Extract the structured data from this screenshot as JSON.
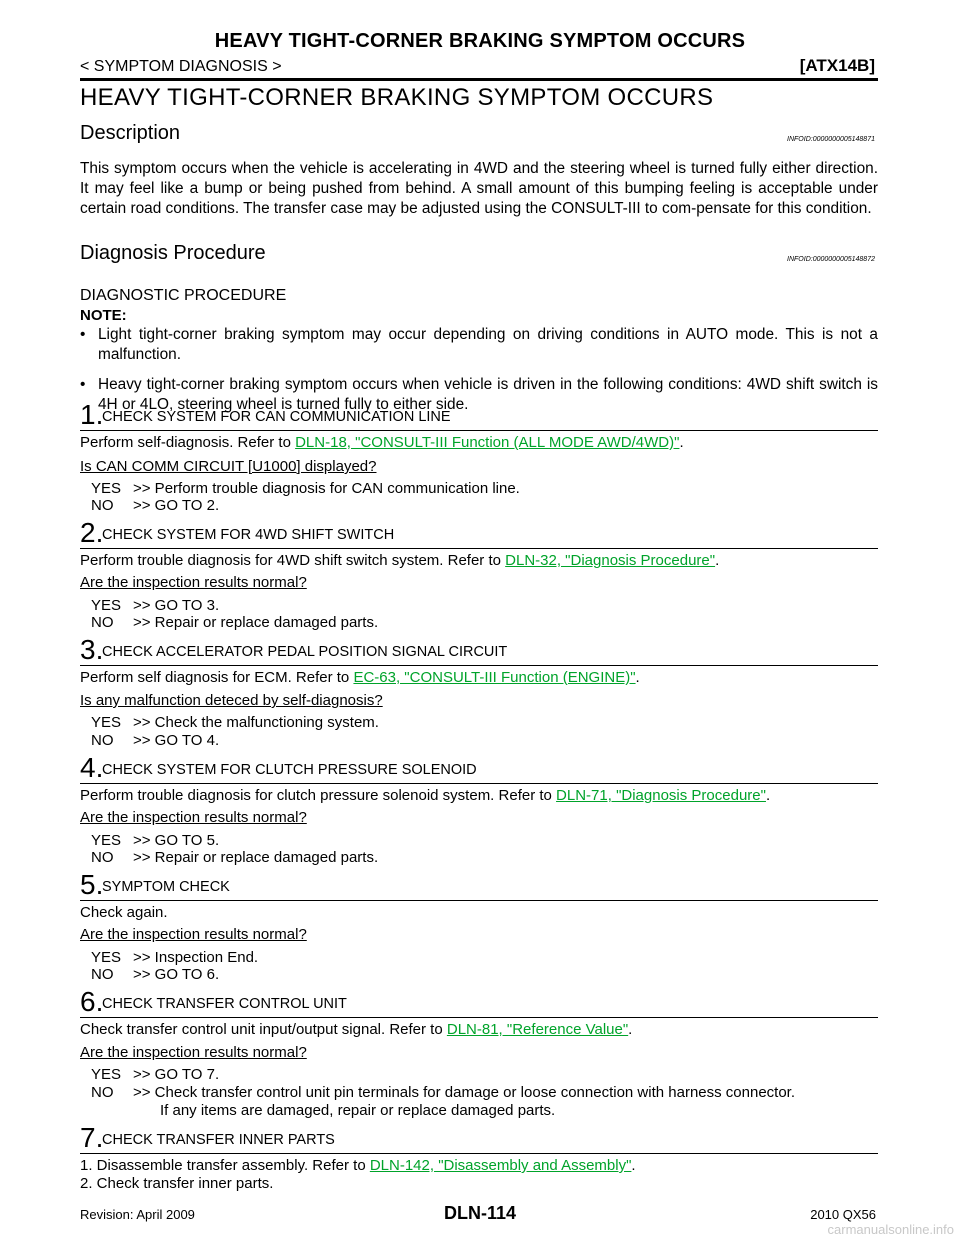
{
  "header": {
    "title": "HEAVY TIGHT-CORNER BRAKING SYMPTOM OCCURS",
    "section": "< SYMPTOM DIAGNOSIS >",
    "code": "[ATX14B]"
  },
  "page_title": "HEAVY TIGHT-CORNER BRAKING SYMPTOM OCCURS",
  "description": {
    "heading": "Description",
    "infoid": "INFOID:0000000005148871",
    "text": "This symptom occurs when the vehicle is accelerating in 4WD and the steering wheel is turned fully either direction.  It may feel like a bump or being pushed from behind.  A small amount of this bumping feeling is acceptable under certain road conditions.  The transfer case may be adjusted using the CONSULT-III to com-pensate for this condition."
  },
  "diagnosis": {
    "heading": "Diagnosis Procedure",
    "infoid": "INFOID:0000000005148872",
    "subheading": "DIAGNOSTIC PROCEDURE",
    "note_label": "NOTE:",
    "notes": [
      "Light tight-corner braking symptom may occur depending on driving conditions in AUTO mode.  This is not a malfunction.",
      "Heavy tight-corner braking symptom occurs when vehicle is driven in the following conditions: 4WD shift switch is 4H or 4LO, steering wheel is turned fully to either side."
    ],
    "bullet_char": "•"
  },
  "steps": [
    {
      "num": "1.",
      "title": "CHECK SYSTEM FOR CAN COMMUNICATION LINE",
      "text": "Perform self-diagnosis.  Refer to ",
      "link": "DLN-18, \"CONSULT-III Function (ALL MODE AWD/4WD)\"",
      "after": ".",
      "question": "Is CAN COMM CIRCUIT [U1000] displayed?",
      "yes": ">> Perform trouble diagnosis for CAN communication line.",
      "no": ">> GO TO 2."
    },
    {
      "num": "2.",
      "title": "CHECK SYSTEM FOR 4WD SHIFT SWITCH",
      "text": "Perform trouble diagnosis for 4WD shift switch system. Refer to ",
      "link": "DLN-32, \"Diagnosis Procedure\"",
      "after": ".",
      "question": "Are the inspection results normal?",
      "yes": ">> GO TO 3.",
      "no": ">> Repair or replace damaged parts."
    },
    {
      "num": "3.",
      "title": "CHECK ACCELERATOR PEDAL POSITION SIGNAL CIRCUIT",
      "text": "Perform self diagnosis for ECM.  Refer to ",
      "link": "EC-63, \"CONSULT-III Function (ENGINE)\"",
      "after": ".",
      "question": "Is any malfunction deteced by self-diagnosis?",
      "yes": ">> Check the malfunctioning system.",
      "no": ">> GO TO 4."
    },
    {
      "num": "4.",
      "title": "CHECK SYSTEM FOR CLUTCH PRESSURE SOLENOID",
      "text": "Perform trouble diagnosis for clutch pressure solenoid system. Refer to ",
      "link": "DLN-71, \"Diagnosis Procedure\"",
      "after": ".",
      "question": "Are the inspection results normal?",
      "yes": ">> GO TO 5.",
      "no": ">> Repair or replace damaged parts."
    },
    {
      "num": "5.",
      "title": "SYMPTOM CHECK",
      "text": "Check again.",
      "question": "Are the inspection results normal?",
      "yes": ">> Inspection End.",
      "no": ">> GO TO 6."
    },
    {
      "num": "6.",
      "title": "CHECK TRANSFER CONTROL UNIT",
      "text": "Check transfer control unit input/output signal. Refer to ",
      "link": "DLN-81, \"Reference Value\"",
      "after": ".",
      "question": "Are the inspection results normal?",
      "yes": ">> GO TO 7.",
      "no": ">> Check transfer control unit pin terminals for damage or loose connection with harness connector.",
      "no2": "If any items are damaged, repair or replace damaged parts."
    },
    {
      "num": "7.",
      "title": "CHECK TRANSFER INNER PARTS",
      "item1_pre": "1.   Disassemble transfer assembly. Refer to ",
      "link": "DLN-142, \"Disassembly and Assembly\"",
      "after": ".",
      "item2": "2.   Check transfer inner parts."
    }
  ],
  "labels": {
    "yes": "YES",
    "no": "NO"
  },
  "footer": {
    "revision": "Revision: April 2009",
    "page": "DLN-114",
    "model": "2010 QX56",
    "watermark": "carmanualsonline.info"
  },
  "colors": {
    "link": "#00a32a",
    "text": "#000000"
  }
}
